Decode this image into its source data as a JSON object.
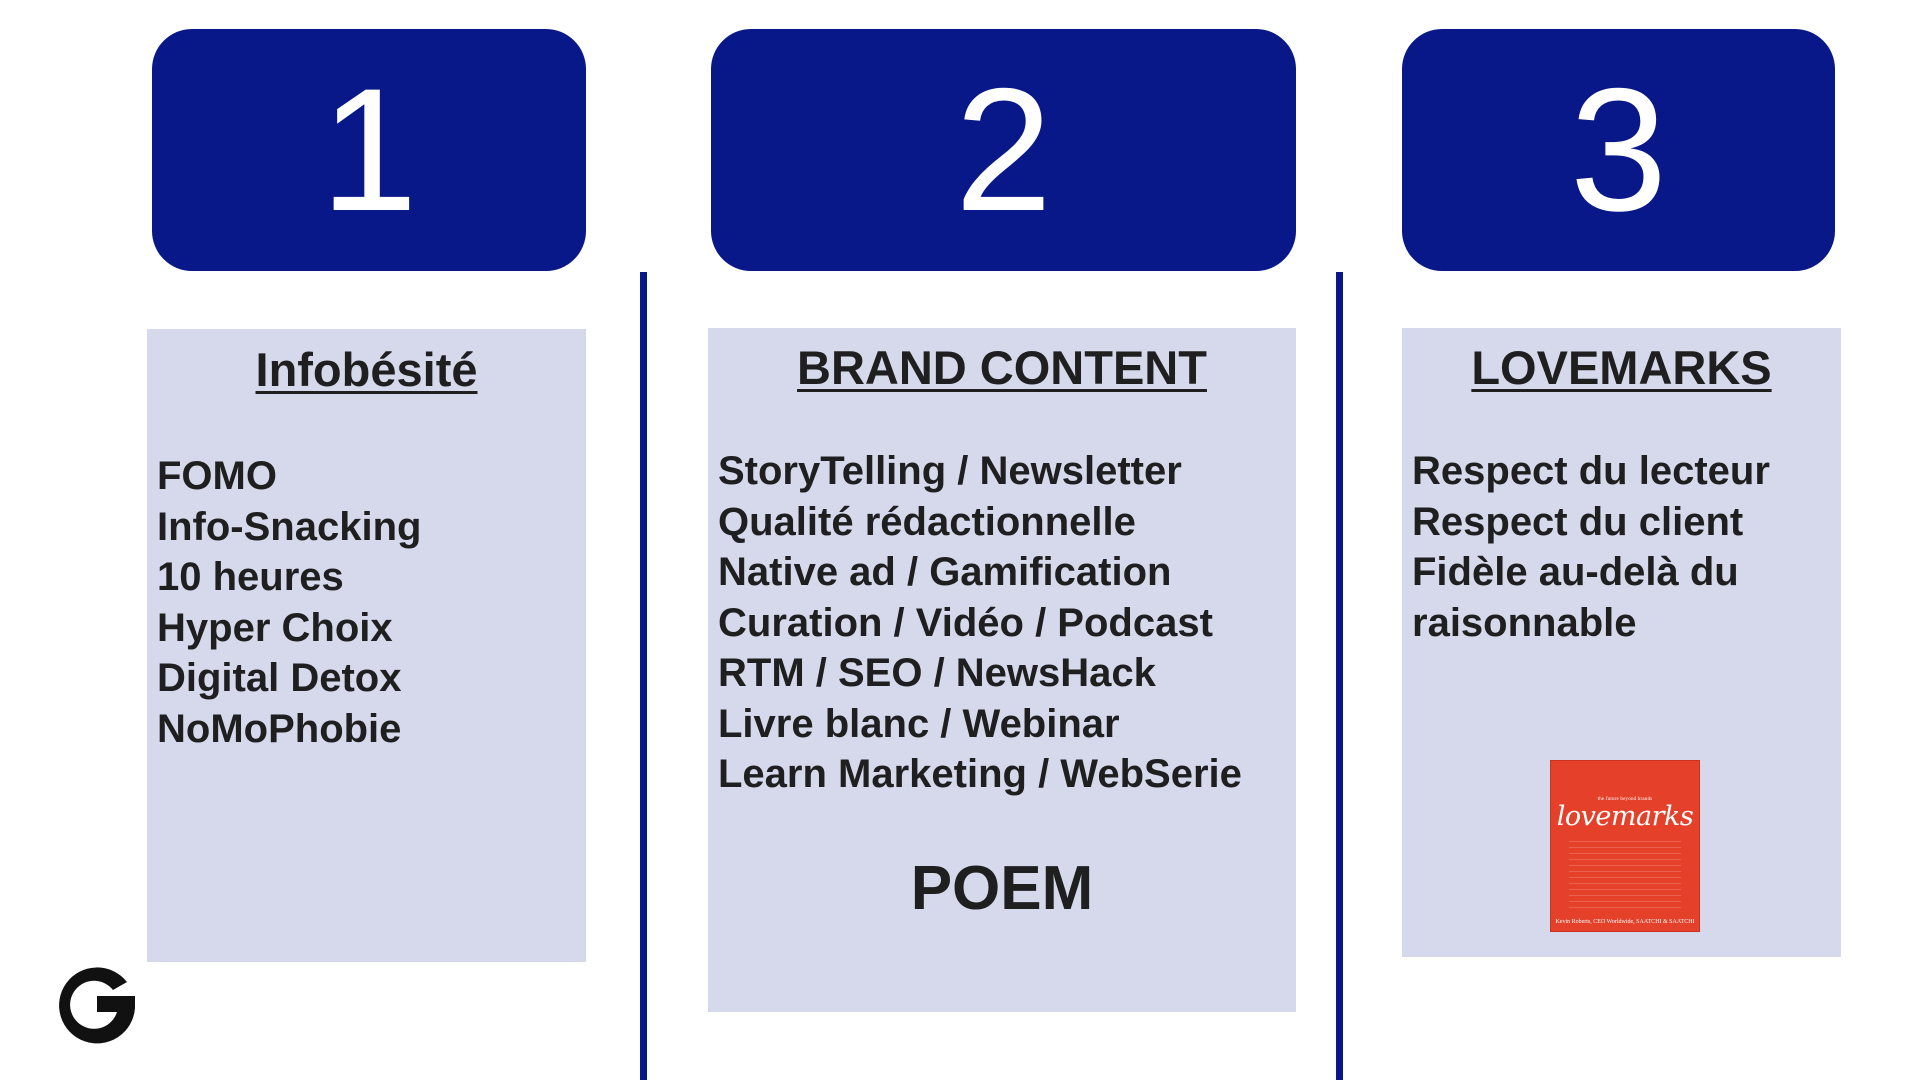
{
  "columns": [
    {
      "number": "1",
      "title": "Infobésité",
      "items": [
        "FOMO",
        "Info-Snacking",
        "10 heures",
        "Hyper Choix",
        "Digital Detox",
        "NoMoPhobie"
      ]
    },
    {
      "number": "2",
      "title": "BRAND CONTENT",
      "items": [
        "StoryTelling / Newsletter",
        "Qualité rédactionnelle",
        "Native ad / Gamification",
        "Curation / Vidéo / Podcast",
        "RTM  /  SEO / NewsHack",
        "Livre blanc / Webinar",
        "Learn Marketing / WebSerie"
      ],
      "footer": "POEM"
    },
    {
      "number": "3",
      "title": "LOVEMARKS",
      "items": [
        "Respect du lecteur",
        "Respect du client",
        "Fidèle au-delà du",
        "raisonnable"
      ],
      "book": {
        "tagline": "the future beyond brands",
        "title": "lovemarks",
        "author": "Kevin Roberts, CEO Worldwide, SAATCHI & SAATCHI"
      }
    }
  ],
  "colors": {
    "accent": "#081889",
    "panel": "#d6d8ec",
    "text": "#1f1f1f",
    "book": "#e4402a"
  },
  "logo": {
    "icon": "g-logo-icon"
  }
}
